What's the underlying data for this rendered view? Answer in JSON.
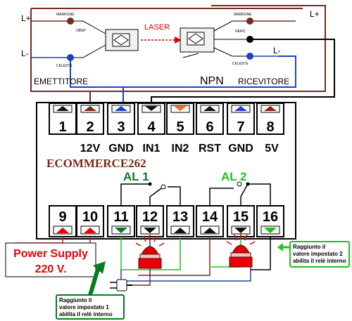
{
  "sensor": {
    "emitter_label": "EMETTITORE",
    "receiver_label": "RICEVITORE",
    "laser_label": "LASER",
    "npn_label": "NPN",
    "l_plus": "L+",
    "l_minus": "L-",
    "marrone": "MARRONE",
    "celeste": "CELESTE",
    "nero": "NERO",
    "obsp": "OBSP"
  },
  "terminals": {
    "top": [
      "1",
      "2",
      "3",
      "4",
      "5",
      "6",
      "7",
      "8"
    ],
    "bottom": [
      "9",
      "10",
      "11",
      "12",
      "13",
      "14",
      "15",
      "16"
    ]
  },
  "pin_labels": [
    "12V",
    "GND",
    "IN1",
    "IN2",
    "RST",
    "GND",
    "5V"
  ],
  "brand": "ECOMMERCE262",
  "alarms": {
    "al1": "AL 1",
    "al2": "AL 2"
  },
  "power_supply": {
    "line1": "Power Supply",
    "line2": "220 V."
  },
  "notes": {
    "al1": [
      "Raggiunto il",
      "valore impostato 1",
      "abilita il relè interno"
    ],
    "al2": [
      "Raggiunto il",
      "valore impostato 2",
      "abilita il relè interno"
    ]
  },
  "colors": {
    "brown": "#7a2a1a",
    "blue": "#1f3fbf",
    "red": "#e8000a",
    "green": "#1fc21f",
    "dark_green": "#0a7a22",
    "laser_red": "#e00000",
    "orange": "#f07020"
  }
}
